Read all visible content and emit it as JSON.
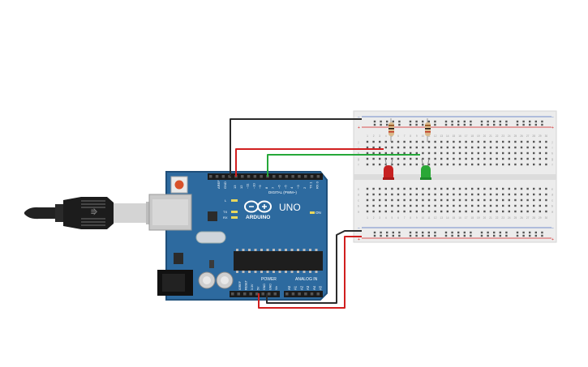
{
  "board": {
    "brand": "ARDUINO",
    "model": "UNO",
    "digital_header": "DIGITAL (PWM~)",
    "power_header": "POWER",
    "analog_header": "ANALOG IN",
    "on_label": "ON",
    "l_label": "L",
    "tx_label": "TX",
    "rx_label": "RX",
    "aref_label": "AREF",
    "gnd_label": "GND",
    "digital_pins": [
      "13",
      "12",
      "~11",
      "~10",
      "~9",
      "8",
      "7",
      "~6",
      "~5",
      "4",
      "~3",
      "2",
      "TX 1",
      "RX 0"
    ],
    "power_pins": [
      "IOREF",
      "RESET",
      "3.3V",
      "5V",
      "GND",
      "GND",
      "Vin"
    ],
    "analog_pins": [
      "A0",
      "A1",
      "A2",
      "A3",
      "A4",
      "A5"
    ]
  },
  "breadboard": {
    "column_numbers": [
      "1",
      "2",
      "3",
      "4",
      "5",
      "6",
      "7",
      "8",
      "9",
      "10",
      "11",
      "12",
      "13",
      "14",
      "15",
      "16",
      "17",
      "18",
      "19",
      "20",
      "21",
      "22",
      "23",
      "24",
      "25",
      "26",
      "27",
      "28",
      "29",
      "30"
    ],
    "row_letters_top": [
      "j",
      "i",
      "h",
      "g",
      "f"
    ],
    "row_letters_bottom": [
      "e",
      "d",
      "c",
      "b",
      "a"
    ],
    "plus_sign": "+",
    "minus_sign": "−"
  },
  "colors": {
    "board": "#2d6a9f",
    "board_edge": "#1f4f7a",
    "breadboard": "#ececec",
    "wire_black": "#2b2b2b",
    "wire_red": "#d11f1f",
    "wire_green": "#26a83a",
    "led_red": "#c62020",
    "led_green": "#2aa836",
    "resistor": "#d9b98a"
  },
  "icons": [
    "usb-cable-icon",
    "reset-button-icon",
    "arduino-logo-icon",
    "led-red-icon",
    "led-green-icon",
    "resistor-icon"
  ]
}
